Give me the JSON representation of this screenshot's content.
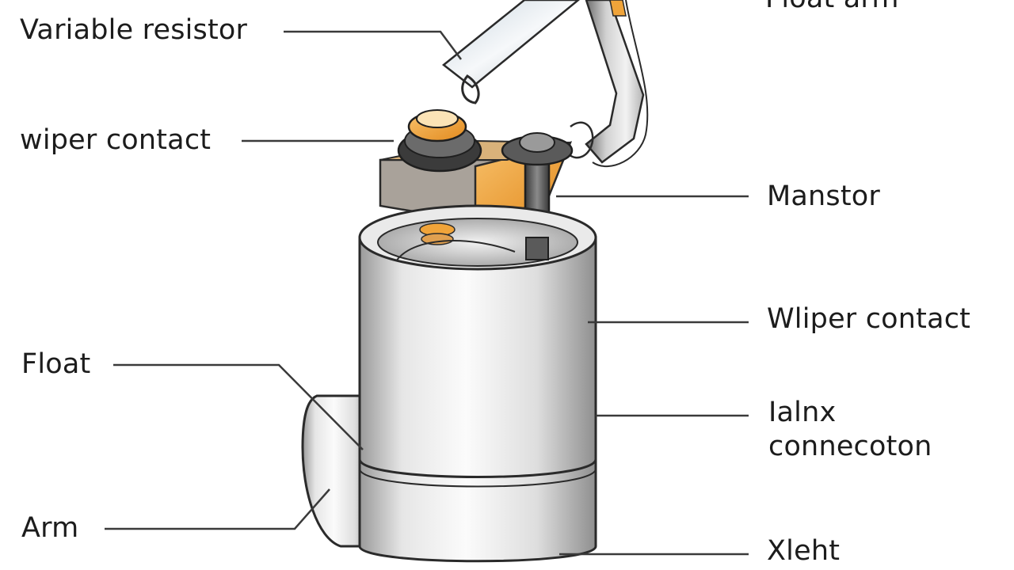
{
  "labels": {
    "float_arm": "Float arm",
    "variable_resistor": "Variable resistor",
    "wiper_contact_left": "wiper contact",
    "manstor": "Manstor",
    "wliper_contact": "Wliper contact",
    "float": "Float",
    "ialnx_line1": "Ialnx",
    "ialnx_line2": "connecoton",
    "arm": "Arm",
    "xleht": "Xleht"
  },
  "colors": {
    "outline": "#2a2a2a",
    "leader": "#3a3a3a",
    "metal_light": "#f4f4f4",
    "metal_mid": "#cfcfcf",
    "metal_dark": "#8e8e8e",
    "accent_orange": "#f0a43a",
    "block_gray": "#a9a29a"
  }
}
